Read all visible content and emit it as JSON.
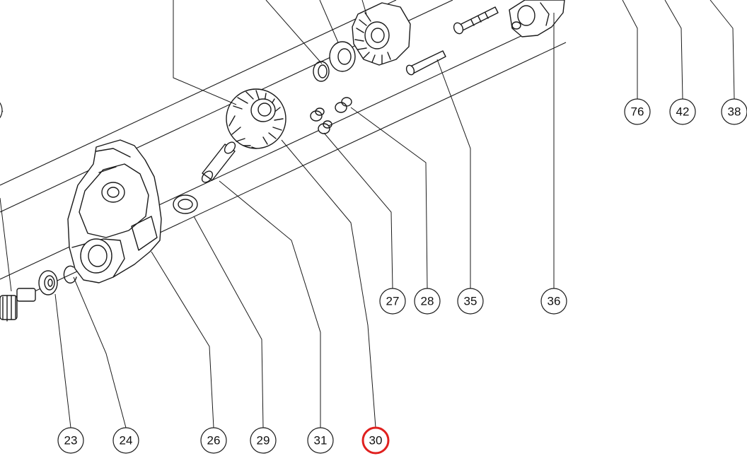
{
  "diagram": {
    "highlight_color": "#e0201e",
    "highlighted_callout": "30",
    "callouts": {
      "c76": "76",
      "c42": "42",
      "c38": "38",
      "c27": "27",
      "c28": "28",
      "c35": "35",
      "c36": "36",
      "c23": "23",
      "c24": "24",
      "c26": "26",
      "c29": "29",
      "c31": "31",
      "c30": "30"
    }
  }
}
